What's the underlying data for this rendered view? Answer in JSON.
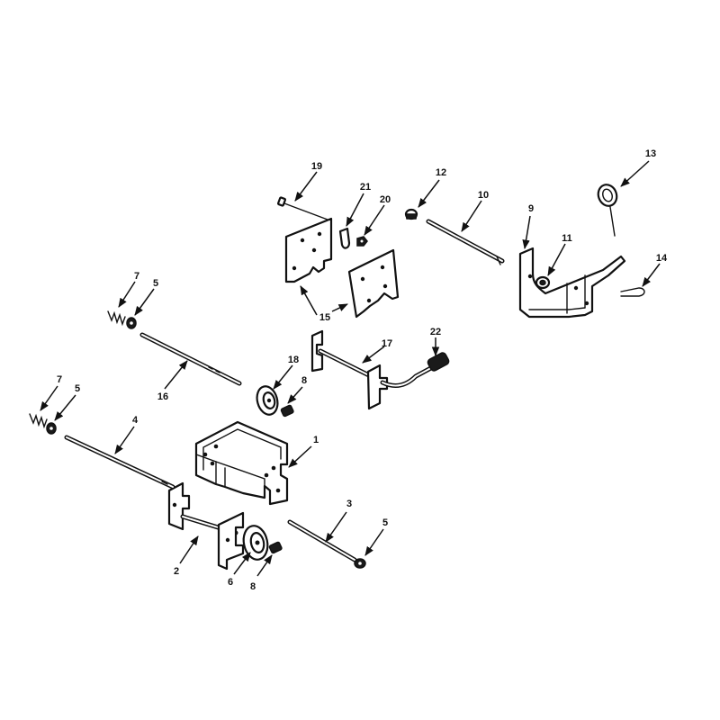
{
  "callouts": {
    "c1": "1",
    "c2": "2",
    "c3": "3",
    "c4": "4",
    "c5a": "5",
    "c5b": "5",
    "c5c": "5",
    "c6": "6",
    "c7a": "7",
    "c7b": "7",
    "c8a": "8",
    "c8b": "8",
    "c9": "9",
    "c10": "10",
    "c11": "11",
    "c12": "12",
    "c13": "13",
    "c14": "14",
    "c15": "15",
    "c16": "16",
    "c17": "17",
    "c18": "18",
    "c19": "19",
    "c20": "20",
    "c21": "21",
    "c22": "22"
  },
  "colors": {
    "line": "#111111",
    "background": "#ffffff"
  }
}
